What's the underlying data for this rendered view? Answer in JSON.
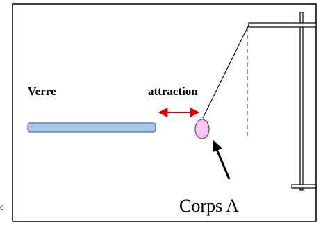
{
  "labels": {
    "verre": "Verre",
    "attraction": "attraction",
    "corps": "Corps A",
    "edge_letter": "e"
  },
  "colors": {
    "glass_rod_fill": "#a9c8ef",
    "glass_rod_stroke": "#4a6d9a",
    "body_fill": "#f6c6f2",
    "body_stroke": "#8a3c8a",
    "attraction_arrow": "#e00000",
    "frame_border": "#000000"
  },
  "icons": {
    "pointer_arrow": "arrow-icon",
    "attraction_arrow": "double-headed-arrow-icon"
  }
}
